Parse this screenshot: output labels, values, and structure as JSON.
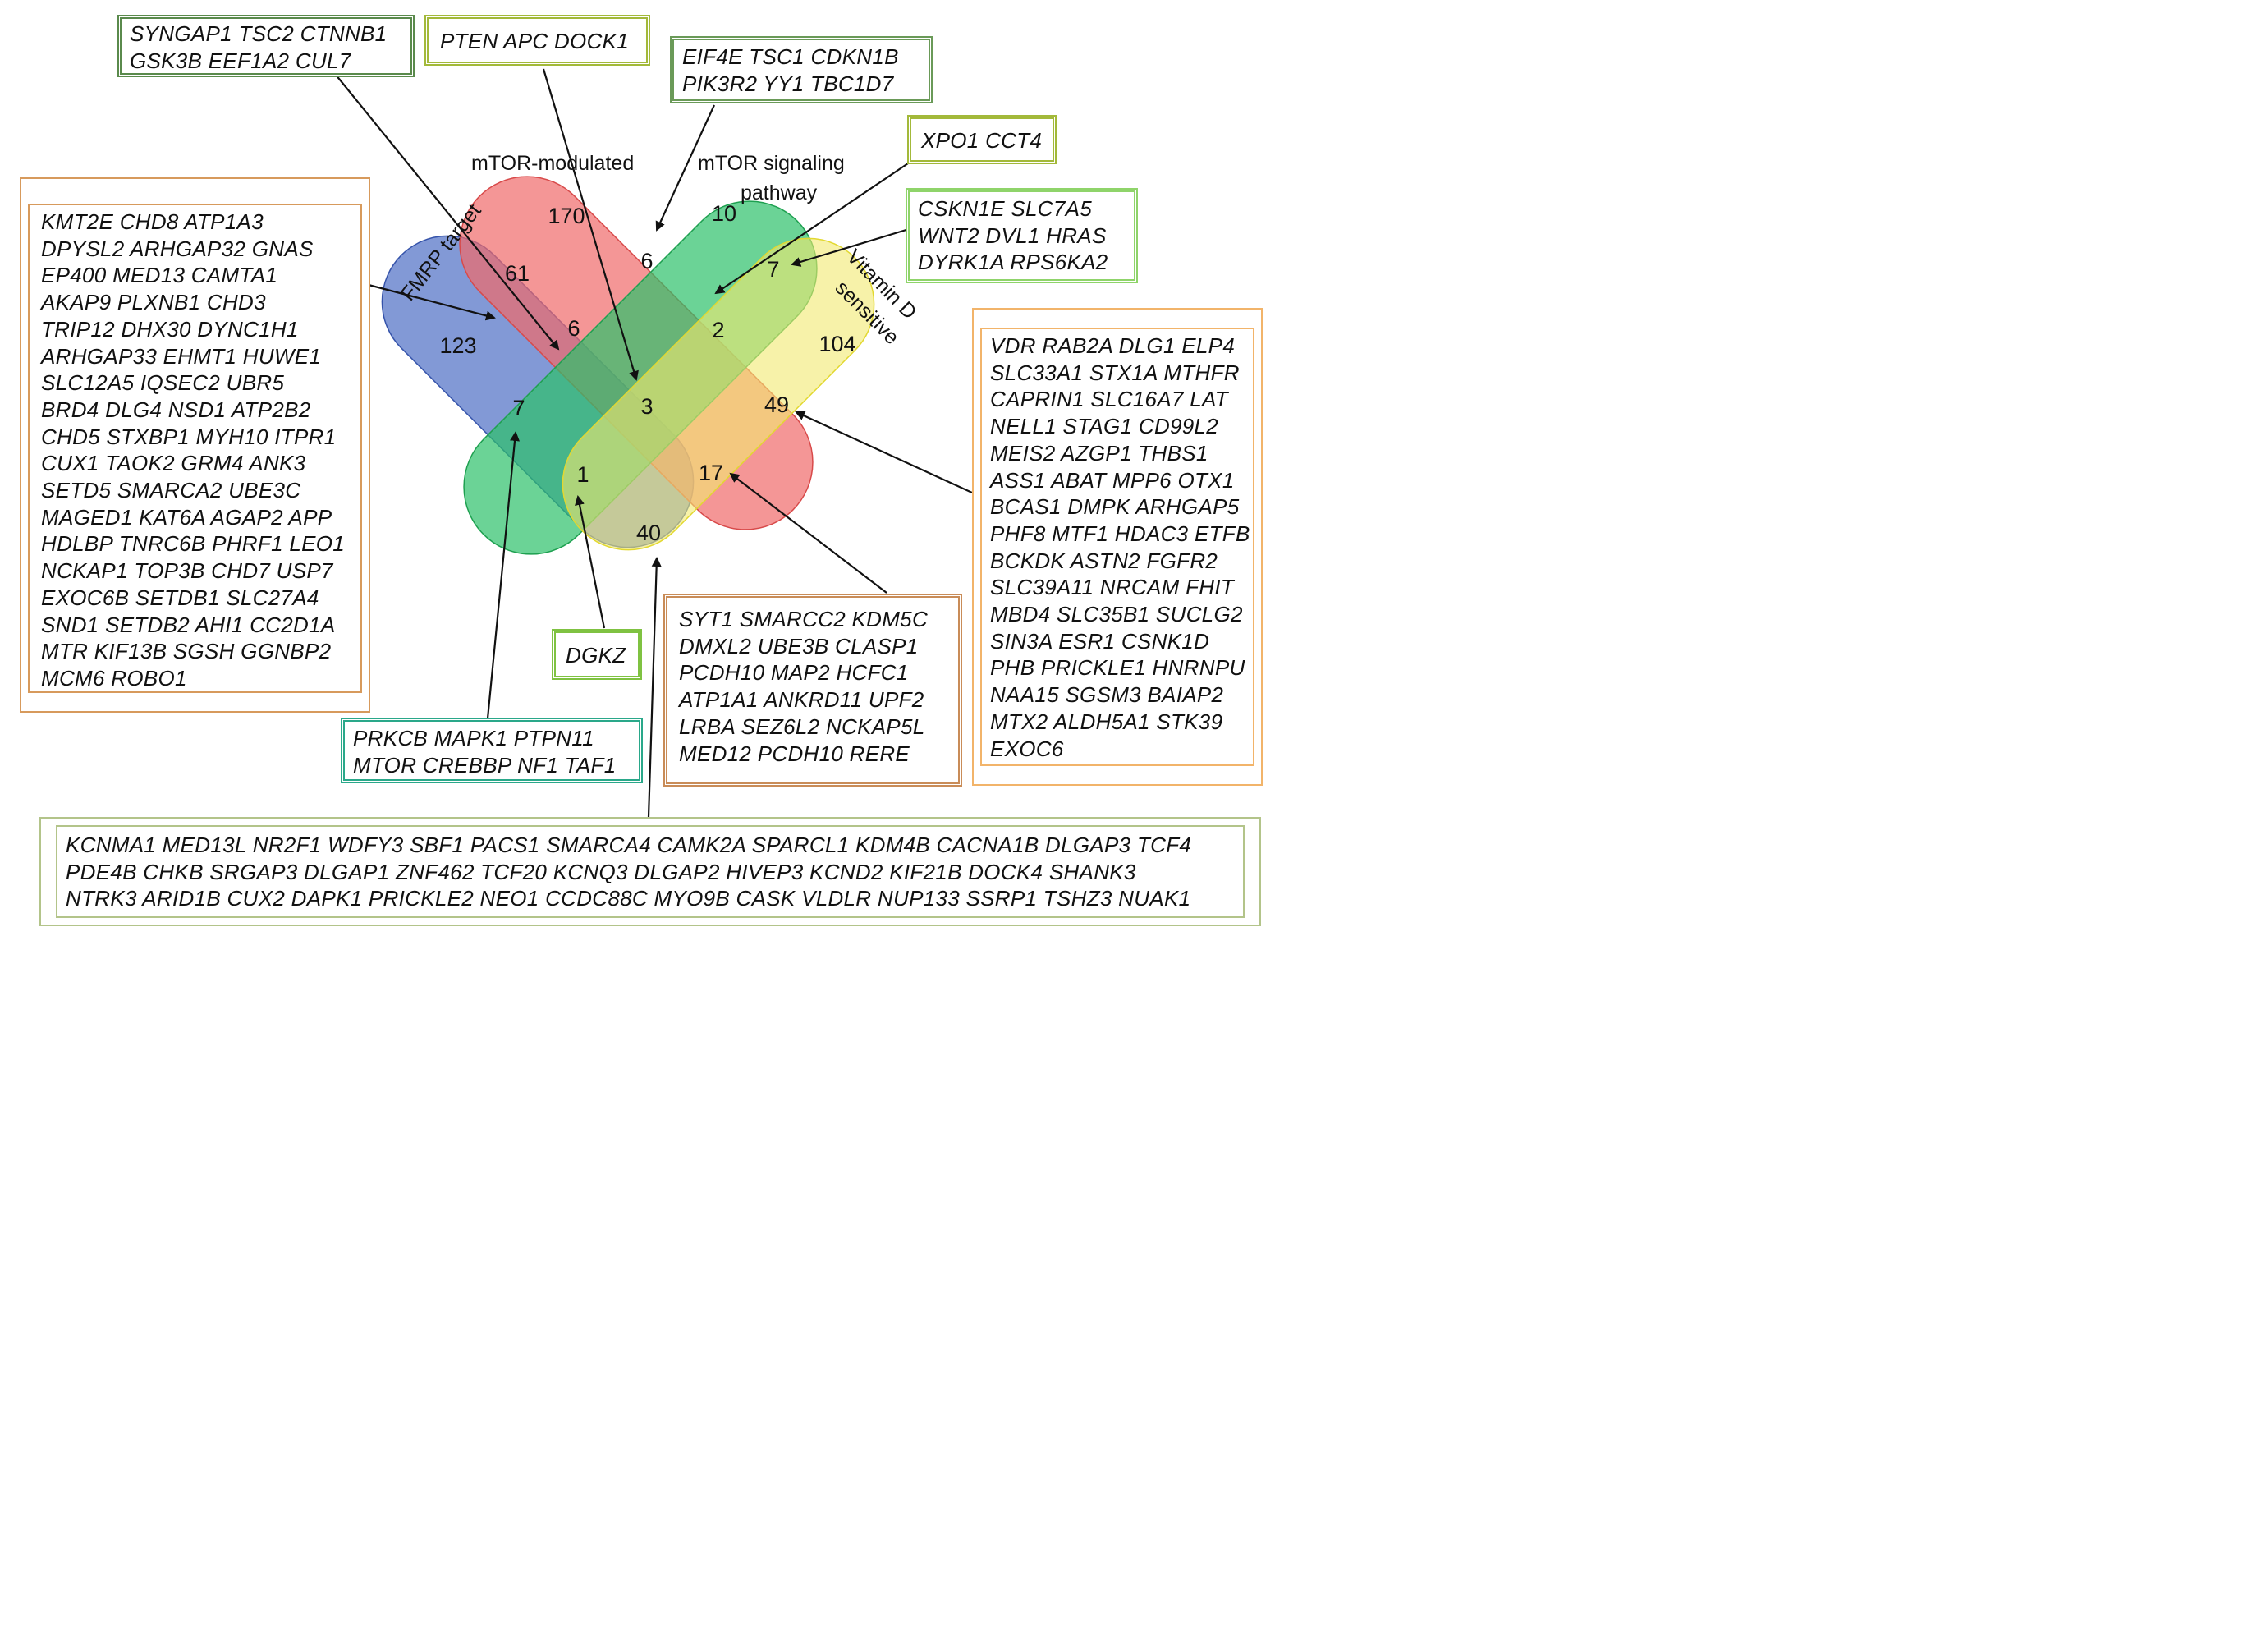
{
  "sets": {
    "fmrp": {
      "label": "FMRP target",
      "color": "#3f63c0"
    },
    "mtor_mod": {
      "label": "mTOR-modulated",
      "color": "#f06a6a"
    },
    "mtor_sig": {
      "label_line1": "mTOR signaling",
      "label_line2": "pathway",
      "color": "#2cc06a"
    },
    "vitd": {
      "label_line1": "Vitamin D",
      "label_line2": "sensitive",
      "color": "#f2ea70"
    }
  },
  "counts": {
    "mtor_mod_only": "170",
    "mtor_sig_only": "10",
    "fmrp_only": "123",
    "vitd_only": "104",
    "fmrp_mtor_mod": "61",
    "mtor_mod_mtor_sig": "6",
    "mtor_sig_vitd": "7",
    "fmrp_mtor_mod_mtor_sig": "6",
    "mtor_mod_mtor_sig_vitd": "2",
    "all_four": "3",
    "fmrp_mtor_sig": "7",
    "mtor_mod_vitd": "49",
    "fmrp_mtor_sig_vitd": "1",
    "fmrp_mtor_mod_vitd": "17",
    "fmrp_vitd": "40"
  },
  "gene_boxes": {
    "fmrp_mtor_mod_mtor_sig": {
      "lines": [
        "SYNGAP1 TSC2 CTNNB1",
        "GSK3B EEF1A2 CUL7"
      ],
      "color": "#5a8a4c"
    },
    "all_four": {
      "lines": [
        "PTEN APC DOCK1"
      ],
      "color": "#a3b93a"
    },
    "mtor_mod_mtor_sig": {
      "lines": [
        "EIF4E TSC1 CDKN1B",
        "PIK3R2 YY1 TBC1D7"
      ],
      "color": "#6a9a58"
    },
    "mtor_mod_mtor_sig_vitd": {
      "lines": [
        "XPO1 CCT4"
      ],
      "color": "#a3b93a"
    },
    "mtor_sig_vitd": {
      "lines": [
        "CSKN1E SLC7A5",
        "WNT2 DVL1 HRAS",
        "DYRK1A RPS6KA2"
      ],
      "color": "#8fd46a"
    },
    "fmrp_mtor_mod": {
      "lines": [
        "KMT2E CHD8 ATP1A3",
        "DPYSL2 ARHGAP32 GNAS",
        "EP400 MED13 CAMTA1",
        "AKAP9 PLXNB1 CHD3",
        "TRIP12 DHX30 DYNC1H1",
        "ARHGAP33 EHMT1 HUWE1",
        "SLC12A5 IQSEC2 UBR5",
        "BRD4 DLG4 NSD1 ATP2B2",
        "CHD5 STXBP1 MYH10 ITPR1",
        "CUX1 TAOK2 GRM4 ANK3",
        "SETD5 SMARCA2 UBE3C",
        "MAGED1 KAT6A AGAP2 APP",
        "HDLBP TNRC6B PHRF1 LEO1",
        "NCKAP1 TOP3B CHD7 USP7",
        "EXOC6B SETDB1 SLC27A4",
        "SND1 SETDB2 AHI1  CC2D1A",
        "MTR KIF13B SGSH GGNBP2",
        "MCM6 ROBO1"
      ],
      "color": "#d79a5c"
    },
    "mtor_mod_vitd": {
      "lines": [
        "VDR RAB2A DLG1 ELP4",
        "SLC33A1 STX1A MTHFR",
        "CAPRIN1 SLC16A7 LAT",
        "NELL1 STAG1 CD99L2",
        "MEIS2 AZGP1 THBS1",
        "ASS1 ABAT MPP6 OTX1",
        "BCAS1 DMPK ARHGAP5",
        "PHF8 MTF1 HDAC3 ETFB",
        "BCKDK ASTN2 FGFR2",
        "SLC39A11 NRCAM FHIT",
        "MBD4 SLC35B1 SUCLG2",
        "SIN3A ESR1 CSNK1D",
        "PHB PRICKLE1 HNRNPU",
        "NAA15 SGSM3 BAIAP2",
        "MTX2 ALDH5A1 STK39",
        "EXOC6"
      ],
      "color": "#f2b46a"
    },
    "fmrp_mtor_sig_vitd": {
      "lines": [
        "DGKZ"
      ],
      "color": "#7fc241"
    },
    "fmrp_mtor_sig": {
      "lines": [
        "PRKCB MAPK1 PTPN11",
        "MTOR CREBBP NF1 TAF1"
      ],
      "color": "#2aa88a"
    },
    "fmrp_mtor_mod_vitd": {
      "lines": [
        "SYT1 SMARCC2 KDM5C",
        "DMXL2 UBE3B CLASP1",
        "PCDH10 MAP2 HCFC1",
        "ATP1A1 ANKRD11 UPF2",
        "LRBA SEZ6L2 NCKAP5L",
        "MED12 PCDH10 RERE"
      ],
      "color": "#c98c58"
    },
    "fmrp_vitd": {
      "lines": [
        "KCNMA1 MED13L NR2F1 WDFY3 SBF1 PACS1 SMARCA4 CAMK2A SPARCL1 KDM4B CACNA1B DLGAP3 TCF4",
        "PDE4B CHKB SRGAP3 DLGAP1 ZNF462 TCF20 KCNQ3 DLGAP2 HIVEP3 KCND2 KIF21B DOCK4 SHANK3",
        "NTRK3 ARID1B CUX2 DAPK1 PRICKLE2 NEO1 CCDC88C MYO9B CASK VLDLR NUP133 SSRP1 TSHZ3 NUAK1"
      ],
      "color": "#b3c48a"
    }
  }
}
